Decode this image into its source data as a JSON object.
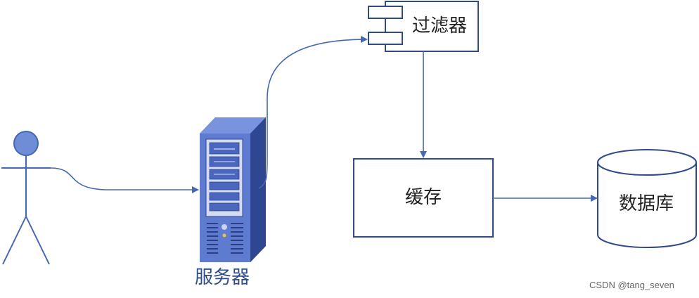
{
  "nodes": {
    "server_label": "服务器",
    "filter_label": "过滤器",
    "cache_label": "缓存",
    "database_label": "数据库"
  },
  "watermark": "CSDN @tang_seven",
  "colors": {
    "stroke": "#4468b4",
    "fill_actor": "#6f8cd6",
    "server_body": "#5f7bd0",
    "server_dark": "#3b56a6"
  },
  "icons": {
    "actor": "person-icon",
    "server": "server-tower-icon"
  }
}
